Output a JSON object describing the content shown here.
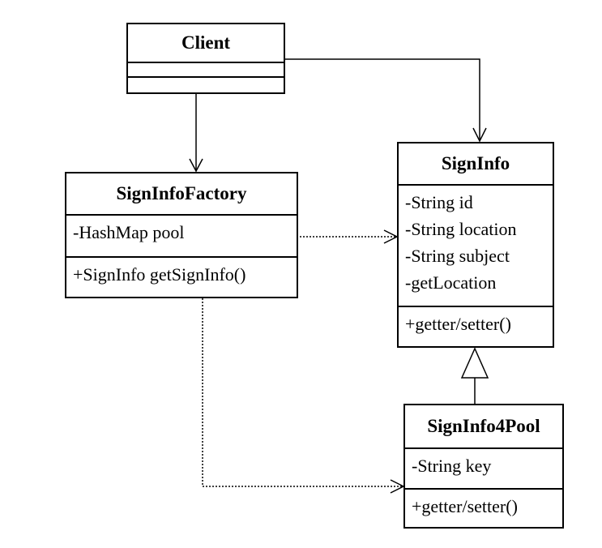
{
  "classes": {
    "client": {
      "name": "Client",
      "attributes": [],
      "operations": []
    },
    "factory": {
      "name": "SignInfoFactory",
      "attributes": [
        "-HashMap pool"
      ],
      "operations": [
        "+SignInfo getSignInfo()"
      ]
    },
    "signinfo": {
      "name": "SignInfo",
      "attributes": [
        "-String id",
        "-String location",
        "-String subject",
        "-getLocation"
      ],
      "operations": [
        "+getter/setter()"
      ]
    },
    "pool": {
      "name": "SignInfo4Pool",
      "attributes": [
        "-String key"
      ],
      "operations": [
        "+getter/setter()"
      ]
    }
  },
  "relations": [
    {
      "from": "client",
      "to": "signinfo",
      "kind": "association"
    },
    {
      "from": "client",
      "to": "factory",
      "kind": "association"
    },
    {
      "from": "factory",
      "to": "signinfo",
      "kind": "dependency"
    },
    {
      "from": "factory",
      "to": "pool",
      "kind": "dependency"
    },
    {
      "from": "pool",
      "to": "signinfo",
      "kind": "generalization"
    }
  ]
}
